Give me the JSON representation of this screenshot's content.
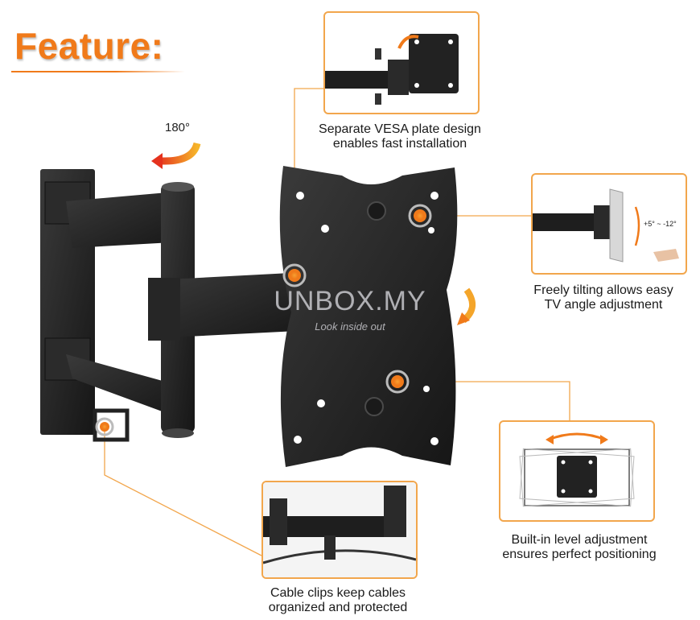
{
  "heading": "Feature:",
  "rotation_label": "180°",
  "features": [
    {
      "line1": "Separate VESA plate design",
      "line2": "enables fast installation"
    },
    {
      "line1": "Freely tilting allows easy",
      "line2": "TV angle adjustment"
    },
    {
      "line1": "Built-in level adjustment",
      "line2": "ensures perfect positioning"
    },
    {
      "line1": "Cable clips keep cables",
      "line2": "organized and protected"
    }
  ],
  "tilt_range_label": "+5° ~ -12°",
  "watermark": {
    "brand": "UNBOX.MY",
    "tagline": "Look inside out"
  },
  "colors": {
    "accent": "#f07a1a",
    "box_border": "#f2a64c",
    "metal": "#2a2a2a"
  }
}
